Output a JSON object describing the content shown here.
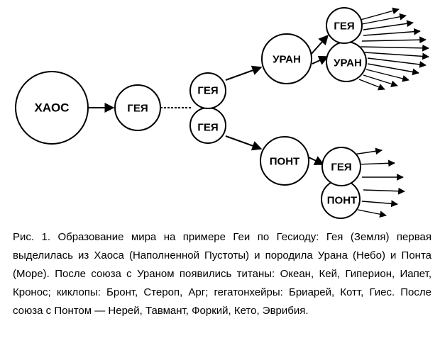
{
  "nodes": {
    "chaos": "ХАОС",
    "gaia_1": "ГЕЯ",
    "gaia_2": "ГЕЯ",
    "gaia_3": "ГЕЯ",
    "uranus_1": "УРАН",
    "gaia_4": "ГЕЯ",
    "uranus_2": "УРАН",
    "pontus_1": "ПОНТ",
    "gaia_5": "ГЕЯ",
    "pontus_2": "ПОНТ"
  },
  "caption": "Рис. 1. Образование мира на примере Геи по Гесиоду: Гея (Земля) первая выделилась из Хаоса (Наполненной Пустоты) и породила Урана (Небо) и Понта (Море). После союза с Ураном появились титаны: Океан, Кей, Гиперион, Иапет, Кронос; киклопы: Бронт, Стероп, Арг; гегатонхейры: Бриарей, Котт, Гиес. После союза с Понтом — Нерей, Тавмант, Форкий, Кето, Эврибия."
}
